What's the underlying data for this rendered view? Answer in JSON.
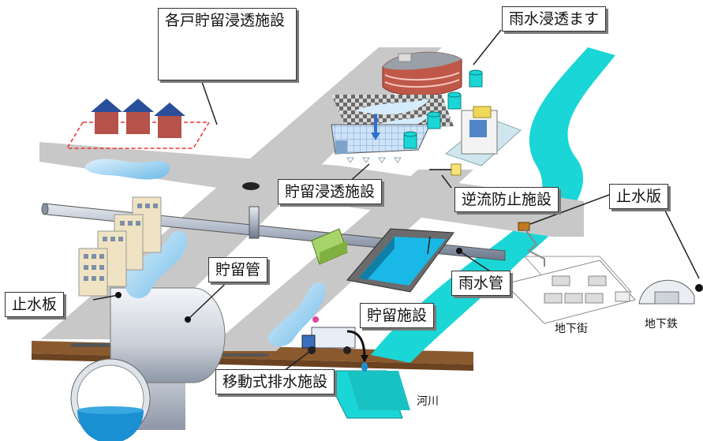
{
  "labels": {
    "kakko_chorin": "各戸貯留浸透施設",
    "usui_shinto_masu": "雨水浸透ます",
    "chorin_shinto": "貯留浸透施設",
    "gyakuryu_boshi": "逆流防止施設",
    "shisuiban_right": "止水版",
    "chiryukan": "貯留管",
    "shisuiban_left": "止水板",
    "chiryu_shisetsu": "貯留施設",
    "usui_kan": "雨水管",
    "idoshiki_haisui": "移動式排水施設",
    "chikagai": "地下街",
    "chikatetsu": "地下鉄",
    "kasen": "河川"
  },
  "colors": {
    "road": "#c8c8c8",
    "river": "#1ad6d6",
    "water_pool": "#a9d8f5",
    "pipe": "#aab4c4",
    "ground": "#8a5a2e"
  }
}
